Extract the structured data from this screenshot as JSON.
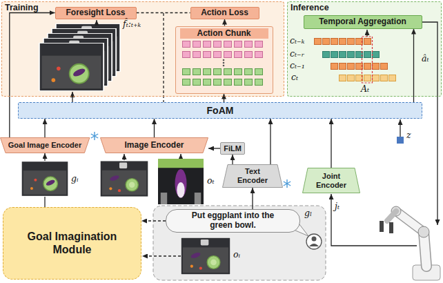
{
  "diagram": {
    "nodes": [
      {
        "text": [
          "Training"
        ]
      },
      {
        "text": [
          "Foresight Loss"
        ],
        "in": 0
      },
      {
        "text": [
          "Action Loss"
        ],
        "in": 0
      },
      {
        "text": [
          "Action Chunk"
        ],
        "in": 0
      },
      {
        "text": [
          "Inference"
        ]
      },
      {
        "text": [
          "Temporal Aggregation"
        ],
        "in": 4
      },
      {
        "text": [
          "FoAM"
        ]
      },
      {
        "text": [
          "Goal Image Encoder"
        ]
      },
      {
        "text": [
          "Image Encoder"
        ]
      },
      {
        "text": [
          "FiLM"
        ]
      },
      {
        "text": [
          "Text Encoder"
        ]
      },
      {
        "text": [
          "Joint Encoder"
        ]
      },
      {
        "text": [
          "Goal Imagination Module"
        ]
      },
      {
        "text": [
          "Put eggplant into the green bowl."
        ]
      }
    ],
    "edges": [
      {
        "from": 7,
        "to": 1,
        "arrow": "to"
      },
      {
        "from": 1,
        "to": 2,
        "arrow": "none"
      },
      {
        "from": 6,
        "to": 3,
        "arrow": "to"
      },
      {
        "from": 3,
        "to": 2,
        "arrow": "to"
      },
      {
        "from": 6,
        "to": 5,
        "arrow": "to"
      },
      {
        "from": 7,
        "to": 6,
        "arrow": "to"
      },
      {
        "from": 8,
        "to": 6,
        "arrow": "to"
      },
      {
        "from": 9,
        "to": 8,
        "arrow": "to"
      },
      {
        "from": 10,
        "to": 9,
        "arrow": "to"
      },
      {
        "from": 10,
        "to": 6,
        "arrow": "to"
      },
      {
        "from": 11,
        "to": 6,
        "arrow": "to"
      },
      {
        "from": 12,
        "to": 7,
        "arrow": "to"
      },
      {
        "from": 13,
        "to": 12,
        "arrow": "to"
      },
      {
        "from": 13,
        "to": 10,
        "arrow": "to"
      }
    ],
    "labels": [
      "f̂ₜ:ₜ₊ₖ",
      "cₜ₋ₖ",
      "cₜ₋ᵣ",
      "cₜ₋₁",
      "cₜ",
      "Aₜ",
      "âₜ",
      "z",
      "gᵢ",
      "oₜ",
      "jₜ",
      "gₗ",
      "oᵢ"
    ]
  }
}
